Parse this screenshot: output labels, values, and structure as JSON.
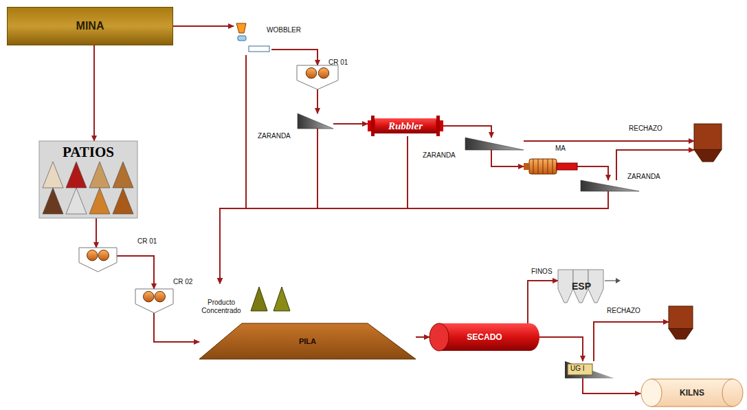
{
  "diagram": {
    "nodes": [
      {
        "text": [
          "MINA"
        ]
      },
      {
        "text": [
          "WOBBLER"
        ]
      },
      {
        "text": [
          "CR 01"
        ]
      },
      {
        "text": [
          "ZARANDA"
        ]
      },
      {
        "text": [
          "Rubbler"
        ]
      },
      {
        "text": [
          "ZARANDA"
        ]
      },
      {
        "text": [
          "MA"
        ]
      },
      {
        "text": [
          "ZARANDA"
        ]
      },
      {
        "text": [
          "RECHAZO"
        ]
      },
      {
        "text": [
          "PATIOS"
        ]
      },
      {
        "text": [
          "CR 01"
        ]
      },
      {
        "text": [
          "CR 02"
        ]
      },
      {
        "text": [
          "Producto Concentrado"
        ]
      },
      {
        "text": [
          "PILA"
        ]
      },
      {
        "text": [
          "SECADO"
        ]
      },
      {
        "text": [
          "ESP"
        ]
      },
      {
        "text": [
          "RECHAZO"
        ]
      },
      {
        "text": [
          "UG I"
        ]
      },
      {
        "text": [
          "KILNS"
        ]
      }
    ],
    "edges": [
      {
        "from": 0,
        "to": 1,
        "arrow": "to"
      },
      {
        "from": 0,
        "to": 9,
        "arrow": "to"
      },
      {
        "from": 1,
        "to": 2,
        "arrow": "to"
      },
      {
        "from": 1,
        "to": 12,
        "arrow": "to"
      },
      {
        "from": 2,
        "to": 3,
        "arrow": "to"
      },
      {
        "from": 3,
        "to": 4,
        "arrow": "to"
      },
      {
        "from": 3,
        "to": 12,
        "arrow": "to"
      },
      {
        "from": 4,
        "to": 5,
        "arrow": "to"
      },
      {
        "from": 4,
        "to": 12,
        "arrow": "to"
      },
      {
        "from": 5,
        "to": 8,
        "arrow": "to"
      },
      {
        "from": 5,
        "to": 6,
        "arrow": "to"
      },
      {
        "from": 6,
        "to": 7,
        "arrow": "to"
      },
      {
        "from": 7,
        "to": 8,
        "arrow": "to"
      },
      {
        "from": 7,
        "to": 12,
        "arrow": "to"
      },
      {
        "from": 9,
        "to": 10,
        "arrow": "to"
      },
      {
        "from": 10,
        "to": 11,
        "arrow": "to"
      },
      {
        "from": 11,
        "to": 13,
        "arrow": "to"
      },
      {
        "from": 13,
        "to": 14,
        "arrow": "to"
      },
      {
        "from": 14,
        "to": 15,
        "label": "FINOS",
        "arrow": "to"
      },
      {
        "from": 14,
        "to": 17,
        "arrow": "to"
      },
      {
        "from": 17,
        "to": 16,
        "arrow": "to"
      },
      {
        "from": 17,
        "to": 18,
        "arrow": "to"
      }
    ]
  }
}
